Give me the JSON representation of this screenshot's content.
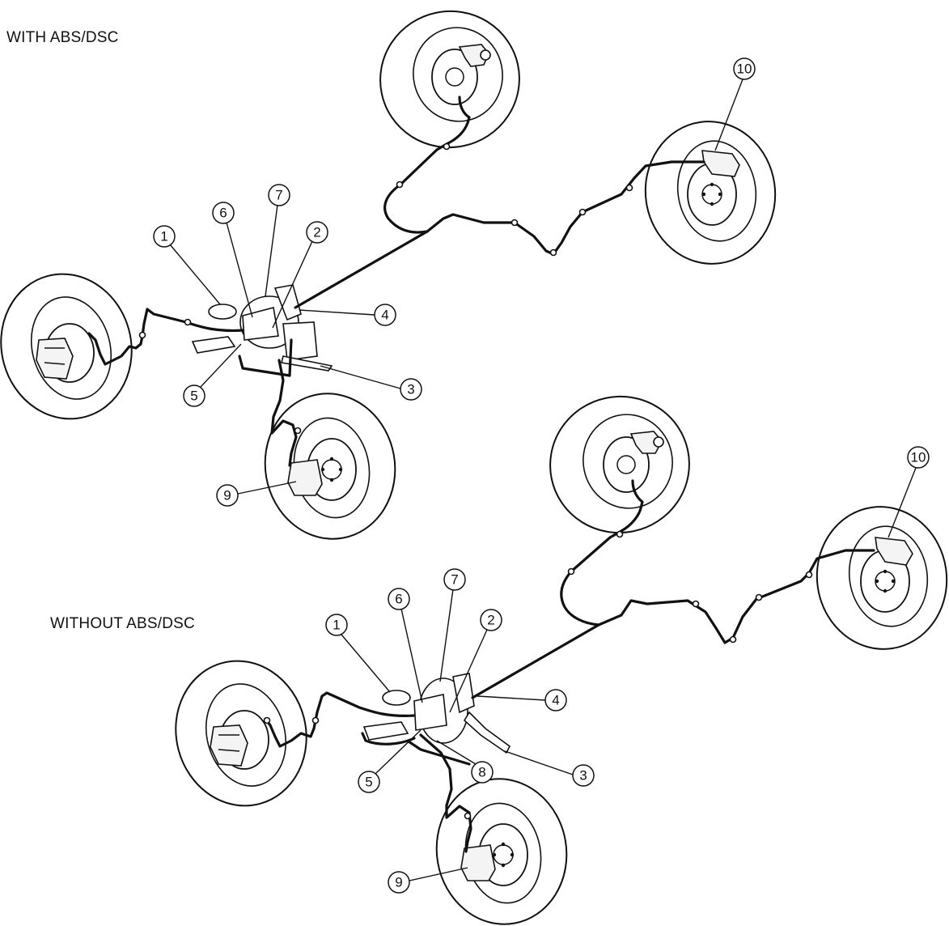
{
  "titles": {
    "with_abs": "WITH ABS/DSC",
    "without_abs": "WITHOUT ABS/DSC"
  },
  "callouts_with_abs": [
    "1",
    "6",
    "7",
    "2",
    "4",
    "3",
    "5",
    "9",
    "10"
  ],
  "callouts_without_abs": [
    "1",
    "6",
    "7",
    "2",
    "4",
    "3",
    "8",
    "5",
    "9",
    "10"
  ],
  "icons": [
    "wheel-icon",
    "brake-disc-icon",
    "caliper-icon",
    "master-cylinder-icon",
    "brake-line-icon"
  ]
}
